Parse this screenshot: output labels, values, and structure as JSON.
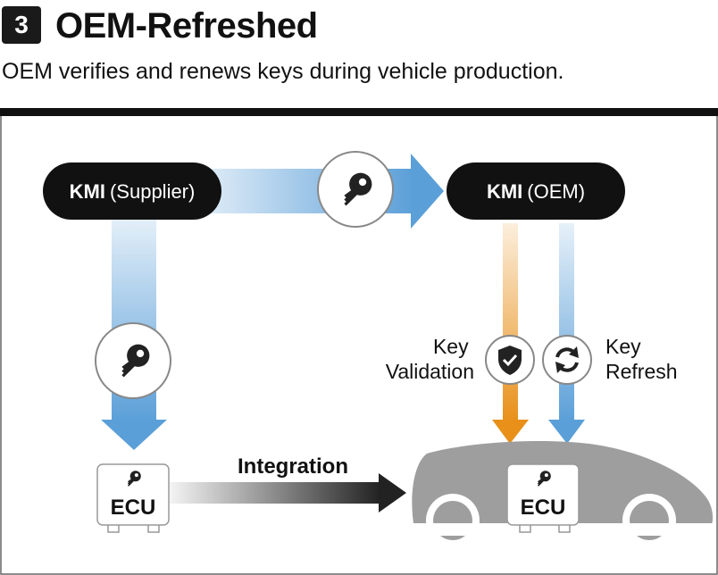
{
  "header": {
    "step_number": "3",
    "title": "OEM-Refreshed",
    "subtitle": "OEM verifies and renews keys during vehicle production."
  },
  "diagram": {
    "supplier_node": {
      "bold": "KMI",
      "label": "(Supplier)"
    },
    "oem_node": {
      "bold": "KMI",
      "label": "(OEM)"
    },
    "integration_label": "Integration",
    "key_validation": [
      "Key",
      "Validation"
    ],
    "key_refresh": [
      "Key",
      "Refresh"
    ],
    "ecu_label": "ECU",
    "vehicle_ecu_label": "ECU"
  },
  "colors": {
    "blue": "#5b9fd8",
    "orange": "#e8901a",
    "dark": "#111111",
    "car": "#9e9e9e"
  },
  "icons": [
    "key-icon",
    "shield-check-icon",
    "refresh-icon",
    "car-silhouette"
  ]
}
